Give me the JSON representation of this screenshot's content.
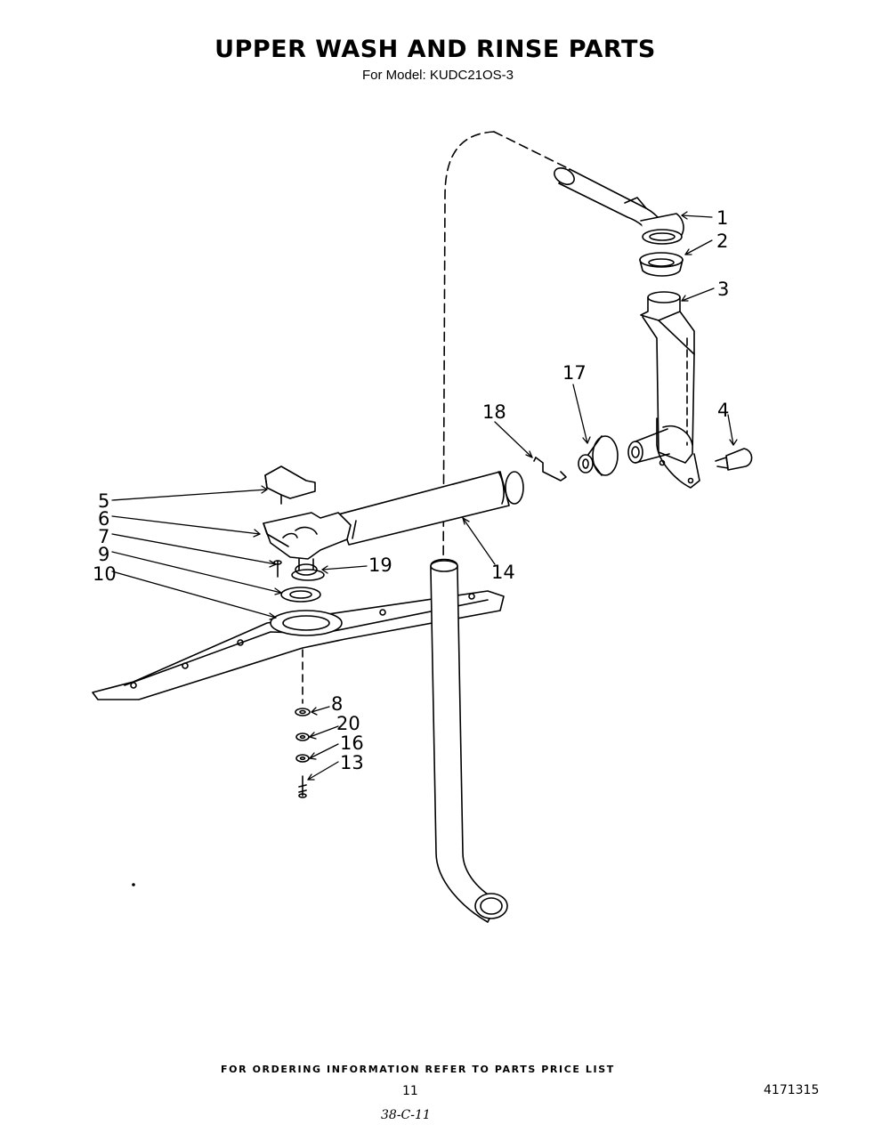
{
  "header": {
    "title": "UPPER WASH AND RINSE PARTS",
    "subtitle": "For Model: KUDC21OS-3"
  },
  "callouts": {
    "p1": "1",
    "p2": "2",
    "p3": "3",
    "p4": "4",
    "p5": "5",
    "p6": "6",
    "p7": "7",
    "p8": "8",
    "p9": "9",
    "p10": "10",
    "p13": "13",
    "p14": "14",
    "p16": "16",
    "p17": "17",
    "p18": "18",
    "p19": "19",
    "p20": "20"
  },
  "footer": {
    "ordering_note": "FOR ORDERING INFORMATION REFER TO PARTS PRICE LIST",
    "page_number": "11",
    "document_number": "4171315",
    "handwritten_note": "38-C-11"
  }
}
